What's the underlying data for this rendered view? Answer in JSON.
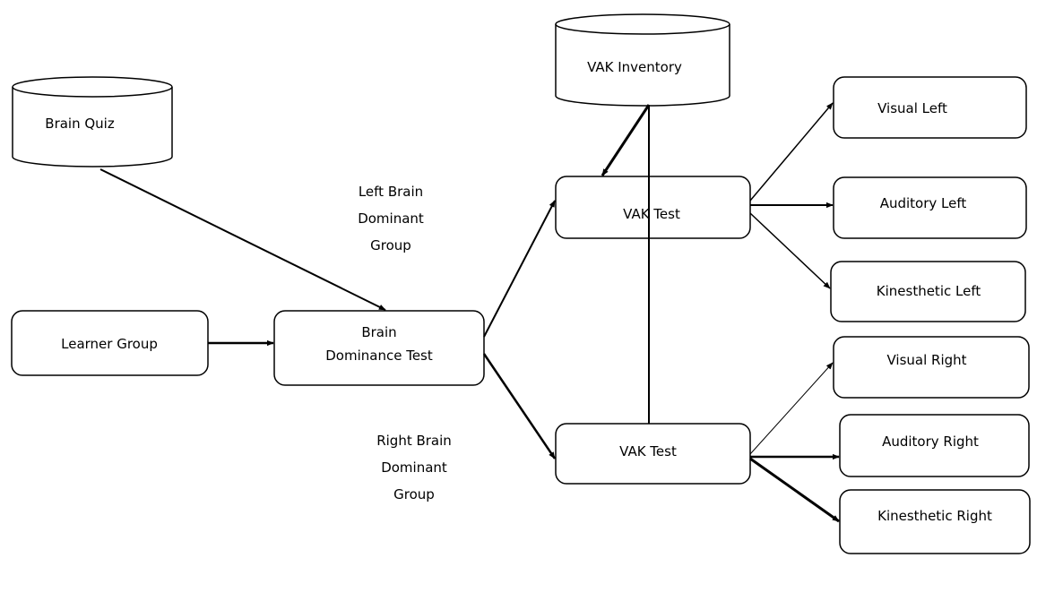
{
  "nodes": {
    "brain_quiz": "Brain Quiz",
    "vak_inventory": "VAK Inventory",
    "learner_group": "Learner Group",
    "brain_dominance_test": [
      "Brain",
      "Dominance Test"
    ],
    "vak_test_left": "VAK Test",
    "vak_test_right": "VAK Test",
    "visual_left": "Visual Left",
    "auditory_left": "Auditory Left",
    "kinesthetic_left": "Kinesthetic Left",
    "visual_right": "Visual Right",
    "auditory_right": "Auditory Right",
    "kinesthetic_right": "Kinesthetic Right"
  },
  "edge_labels": {
    "left_brain_group": [
      "Left Brain",
      "Dominant",
      "Group"
    ],
    "right_brain_group": [
      "Right Brain",
      "Dominant",
      "Group"
    ]
  }
}
